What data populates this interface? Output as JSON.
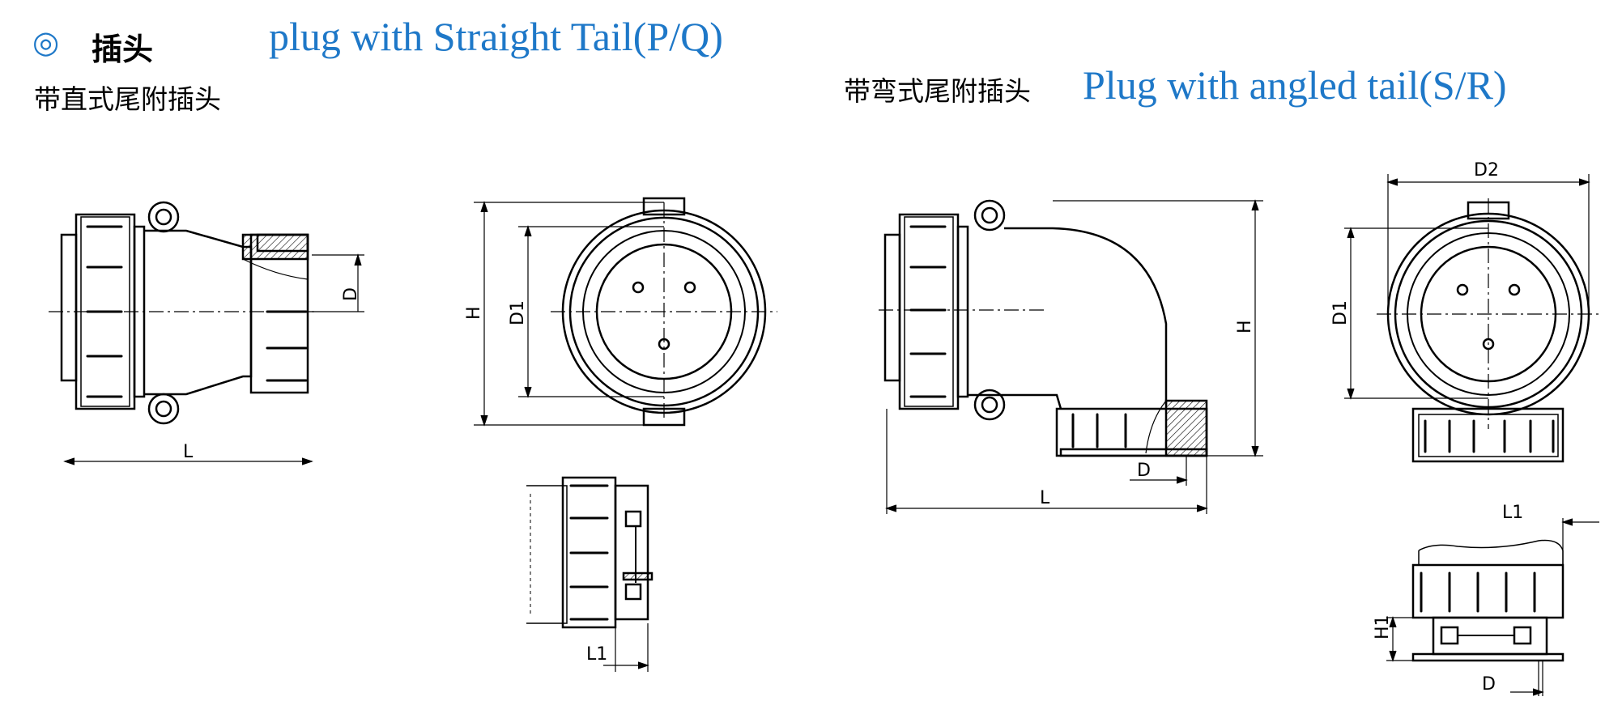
{
  "header": {
    "bullet_symbol": "◎",
    "section_title": "插头",
    "straight_title_en": "plug with Straight Tail(P/Q)",
    "straight_title_cn": "带直式尾附插头",
    "angled_title_cn": "带弯式尾附插头",
    "angled_title_en": "Plug with angled tail(S/R)"
  },
  "dimensions": {
    "straight_side": {
      "D": "D",
      "L": "L"
    },
    "straight_front": {
      "H": "H",
      "D1": "D1"
    },
    "straight_detail": {
      "L1": "L1"
    },
    "angled_side": {
      "H": "H",
      "D": "D",
      "L": "L"
    },
    "angled_front": {
      "D2": "D2",
      "D1": "D1"
    },
    "angled_detail": {
      "L1": "L1",
      "H1": "H1",
      "D": "D"
    }
  },
  "colors": {
    "accent": "#1e78c8",
    "line": "#000000"
  }
}
